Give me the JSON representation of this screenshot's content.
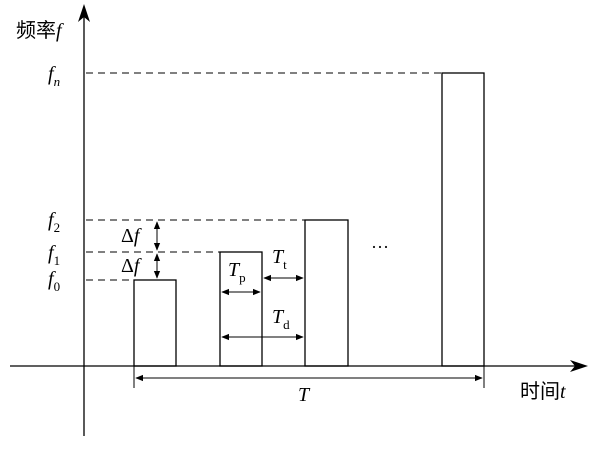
{
  "axes": {
    "y_label_text": "频率",
    "y_label_var": "f",
    "x_label_text": "时间",
    "x_label_var": "t"
  },
  "freq_labels": {
    "fn_var": "f",
    "fn_sub": "n",
    "f2_var": "f",
    "f2_sub": "2",
    "f1_var": "f",
    "f1_sub": "1",
    "f0_var": "f",
    "f0_sub": "0"
  },
  "delta": {
    "upper_delta": "Δ",
    "upper_var": "f",
    "lower_delta": "Δ",
    "lower_var": "f"
  },
  "dims": {
    "tp_var": "T",
    "tp_sub": "p",
    "tt_var": "T",
    "tt_sub": "t",
    "td_var": "T",
    "td_sub": "d",
    "total_var": "T"
  },
  "ellipsis": "···",
  "colors": {
    "stroke": "#000000",
    "background": "#ffffff"
  }
}
